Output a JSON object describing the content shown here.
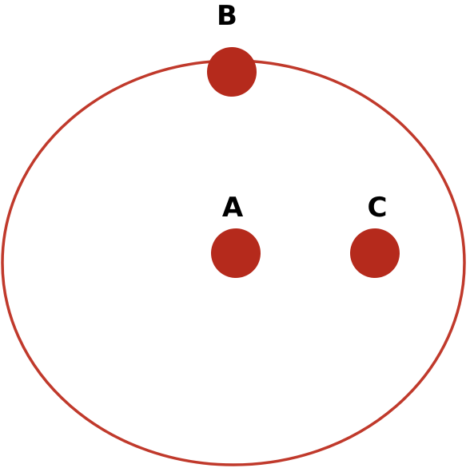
{
  "colors": {
    "outline": "#c0392b",
    "dot": "#b52a1c",
    "label": "#000000",
    "background": "#ffffff"
  },
  "points": [
    {
      "id": "B",
      "label": "B"
    },
    {
      "id": "A",
      "label": "A"
    },
    {
      "id": "C",
      "label": "C"
    }
  ]
}
